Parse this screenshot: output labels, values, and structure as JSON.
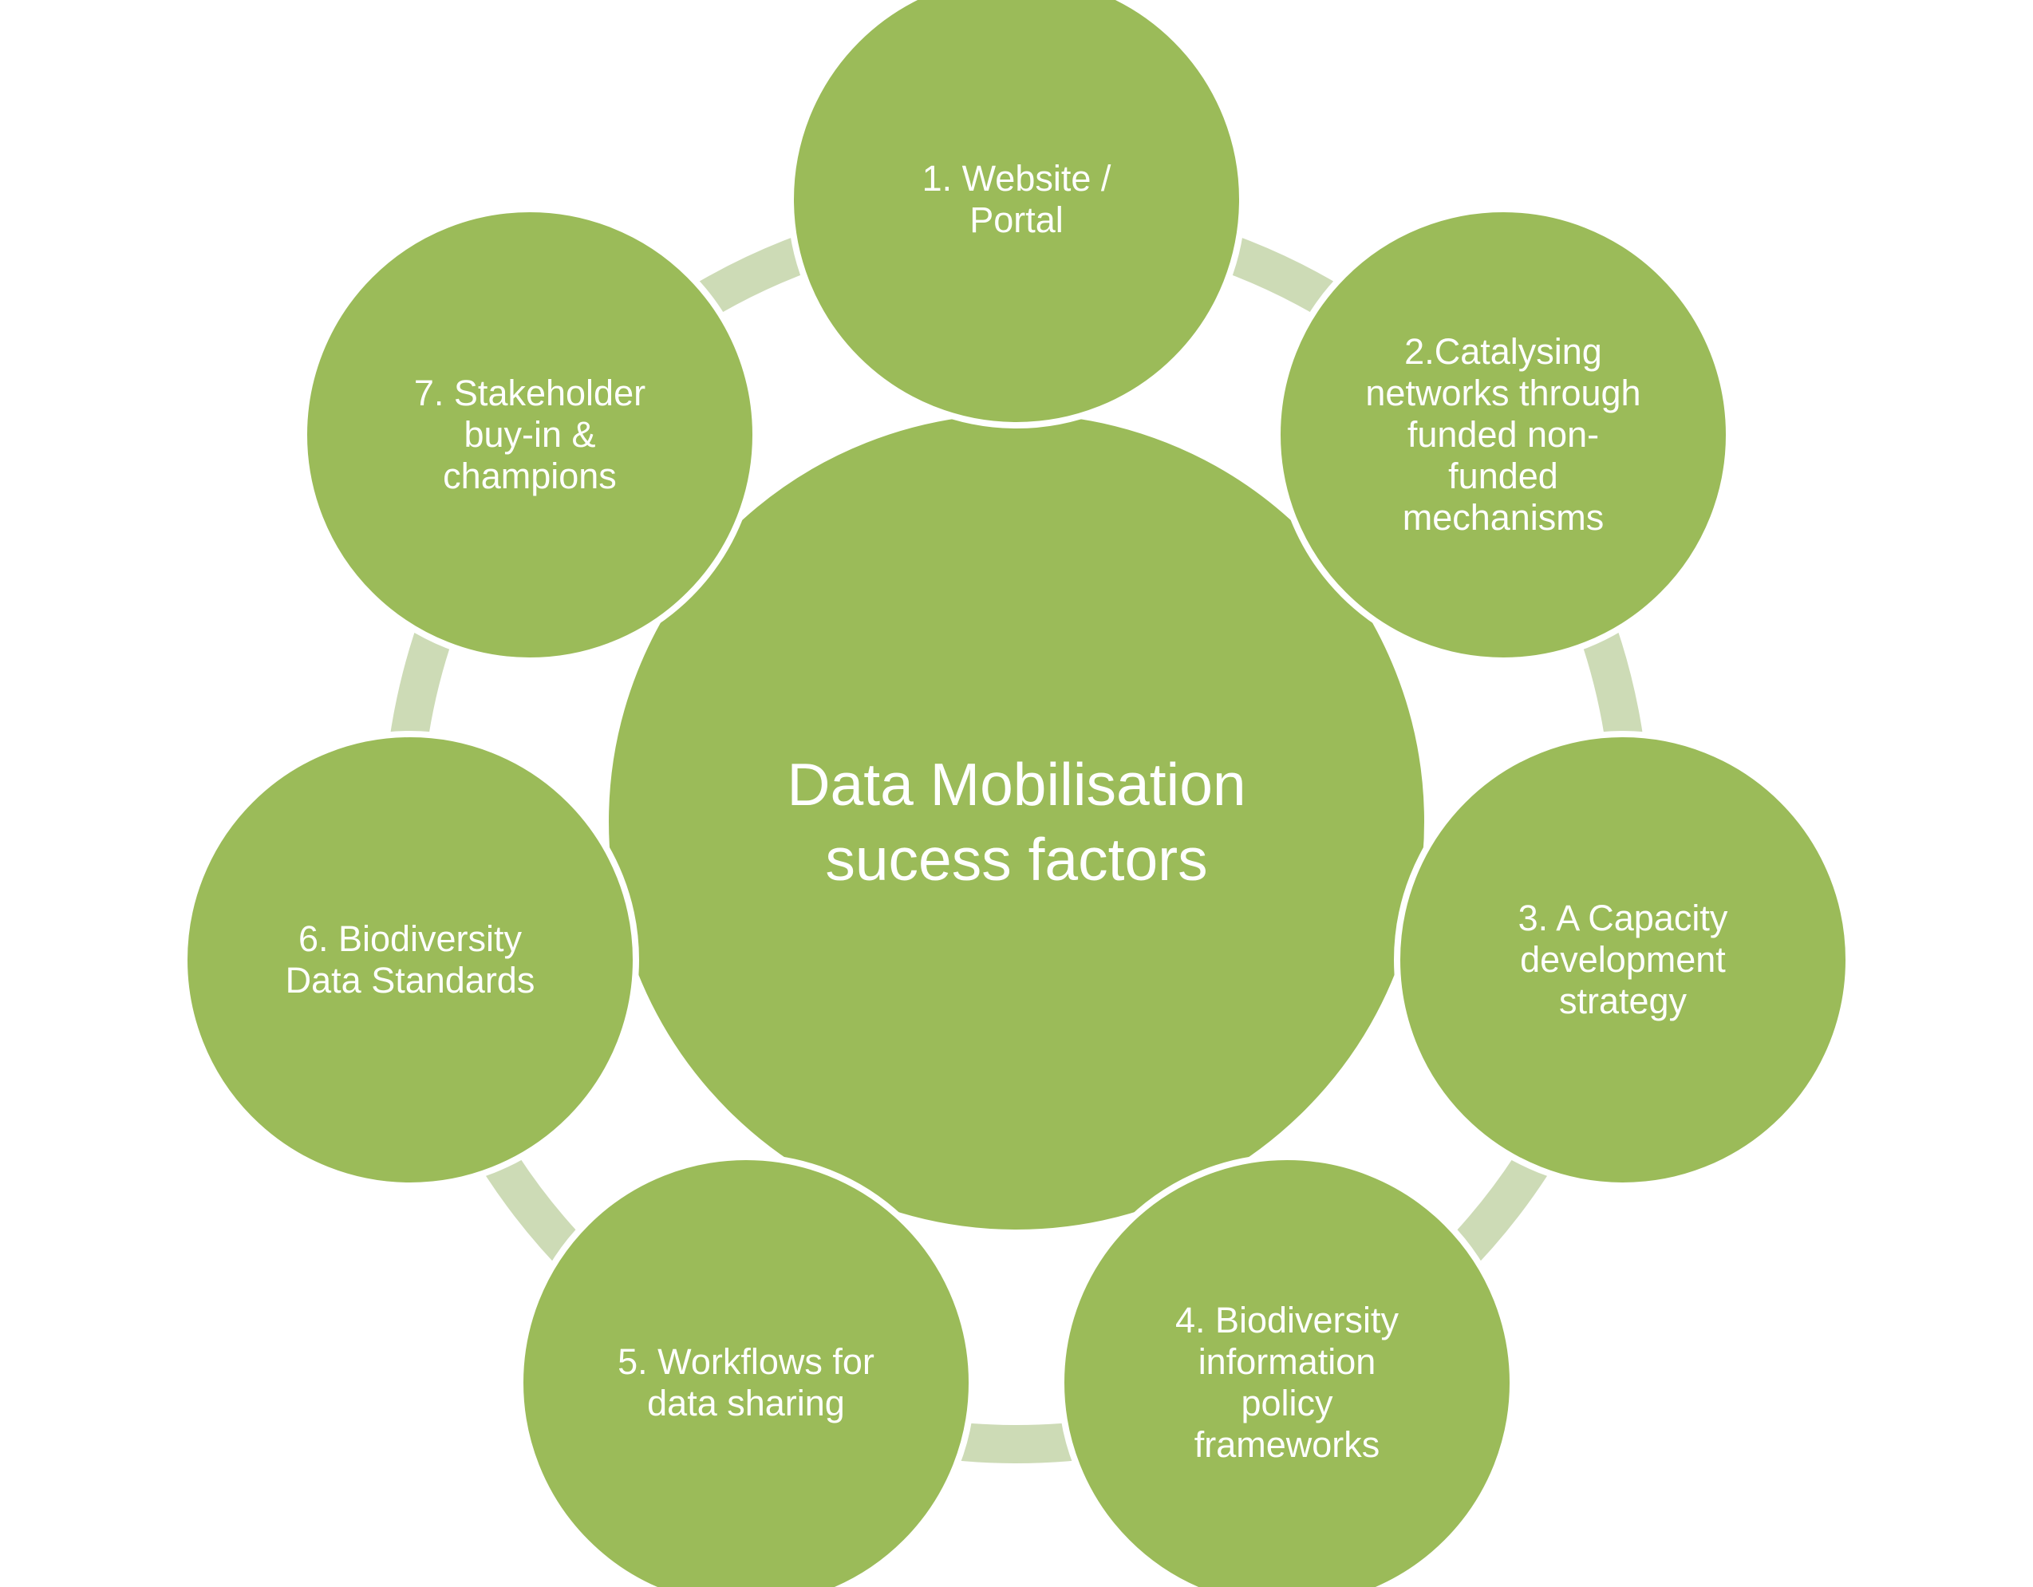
{
  "colors": {
    "node_fill": "#9bbb59",
    "ring": "#cddbb6",
    "text": "#ffffff",
    "background": "#ffffff"
  },
  "center": {
    "text": "Data Mobilisation\nsucess factors"
  },
  "nodes": [
    {
      "text": "1. Website /\nPortal"
    },
    {
      "text": "2.Catalysing\nnetworks through\nfunded  non-\nfunded\nmechanisms"
    },
    {
      "text": "3. A Capacity\ndevelopment\nstrategy"
    },
    {
      "text": "4. Biodiversity\ninformation\npolicy\nframeworks"
    },
    {
      "text": "5. Workflows for\ndata sharing"
    },
    {
      "text": "6. Biodiversity\nData Standards"
    },
    {
      "text": "7. Stakeholder\nbuy-in &\nchampions"
    }
  ]
}
